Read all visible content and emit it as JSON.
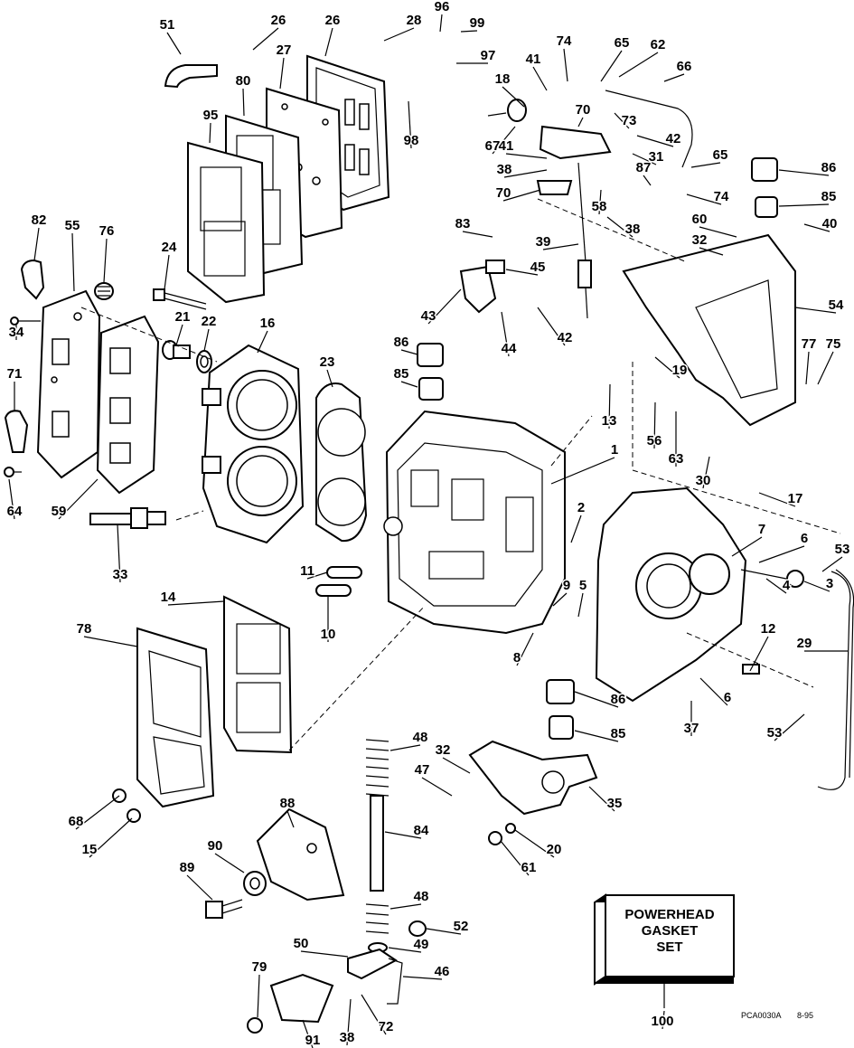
{
  "callouts": [
    {
      "id": "51",
      "text": "51"
    },
    {
      "id": "26a",
      "text": "26"
    },
    {
      "id": "26b",
      "text": "26"
    },
    {
      "id": "28",
      "text": "28"
    },
    {
      "id": "96",
      "text": "96"
    },
    {
      "id": "99",
      "text": "99"
    },
    {
      "id": "27",
      "text": "27"
    },
    {
      "id": "97",
      "text": "97"
    },
    {
      "id": "74a",
      "text": "74"
    },
    {
      "id": "65a",
      "text": "65"
    },
    {
      "id": "62",
      "text": "62"
    },
    {
      "id": "80",
      "text": "80"
    },
    {
      "id": "41a",
      "text": "41"
    },
    {
      "id": "66",
      "text": "66"
    },
    {
      "id": "18",
      "text": "18"
    },
    {
      "id": "95",
      "text": "95"
    },
    {
      "id": "70a",
      "text": "70"
    },
    {
      "id": "73",
      "text": "73"
    },
    {
      "id": "98",
      "text": "98"
    },
    {
      "id": "67",
      "text": "67"
    },
    {
      "id": "42a",
      "text": "42"
    },
    {
      "id": "41b",
      "text": "41"
    },
    {
      "id": "31",
      "text": "31"
    },
    {
      "id": "65b",
      "text": "65"
    },
    {
      "id": "86a",
      "text": "86"
    },
    {
      "id": "38a",
      "text": "38"
    },
    {
      "id": "87",
      "text": "87"
    },
    {
      "id": "70b",
      "text": "70"
    },
    {
      "id": "58",
      "text": "58"
    },
    {
      "id": "74b",
      "text": "74"
    },
    {
      "id": "85a",
      "text": "85"
    },
    {
      "id": "82",
      "text": "82"
    },
    {
      "id": "55",
      "text": "55"
    },
    {
      "id": "76",
      "text": "76"
    },
    {
      "id": "83",
      "text": "83"
    },
    {
      "id": "60",
      "text": "60"
    },
    {
      "id": "38b",
      "text": "38"
    },
    {
      "id": "40",
      "text": "40"
    },
    {
      "id": "39",
      "text": "39"
    },
    {
      "id": "32a",
      "text": "32"
    },
    {
      "id": "24",
      "text": "24"
    },
    {
      "id": "45",
      "text": "45"
    },
    {
      "id": "54",
      "text": "54"
    },
    {
      "id": "21",
      "text": "21"
    },
    {
      "id": "22",
      "text": "22"
    },
    {
      "id": "16",
      "text": "16"
    },
    {
      "id": "43",
      "text": "43"
    },
    {
      "id": "34",
      "text": "34"
    },
    {
      "id": "44",
      "text": "44"
    },
    {
      "id": "42b",
      "text": "42"
    },
    {
      "id": "86b",
      "text": "86"
    },
    {
      "id": "77",
      "text": "77"
    },
    {
      "id": "75",
      "text": "75"
    },
    {
      "id": "71",
      "text": "71"
    },
    {
      "id": "23",
      "text": "23"
    },
    {
      "id": "19",
      "text": "19"
    },
    {
      "id": "85b",
      "text": "85"
    },
    {
      "id": "13",
      "text": "13"
    },
    {
      "id": "56",
      "text": "56"
    },
    {
      "id": "63",
      "text": "63"
    },
    {
      "id": "1",
      "text": "1"
    },
    {
      "id": "30",
      "text": "30"
    },
    {
      "id": "64",
      "text": "64"
    },
    {
      "id": "59",
      "text": "59"
    },
    {
      "id": "17",
      "text": "17"
    },
    {
      "id": "2",
      "text": "2"
    },
    {
      "id": "7",
      "text": "7"
    },
    {
      "id": "6a",
      "text": "6"
    },
    {
      "id": "53a",
      "text": "53"
    },
    {
      "id": "33",
      "text": "33"
    },
    {
      "id": "11",
      "text": "11"
    },
    {
      "id": "9",
      "text": "9"
    },
    {
      "id": "5",
      "text": "5"
    },
    {
      "id": "4",
      "text": "4"
    },
    {
      "id": "3",
      "text": "3"
    },
    {
      "id": "14",
      "text": "14"
    },
    {
      "id": "10",
      "text": "10"
    },
    {
      "id": "12",
      "text": "12"
    },
    {
      "id": "29",
      "text": "29"
    },
    {
      "id": "78",
      "text": "78"
    },
    {
      "id": "8",
      "text": "8"
    },
    {
      "id": "6b",
      "text": "6"
    },
    {
      "id": "86c",
      "text": "86"
    },
    {
      "id": "37",
      "text": "37"
    },
    {
      "id": "53b",
      "text": "53"
    },
    {
      "id": "48a",
      "text": "48"
    },
    {
      "id": "85c",
      "text": "85"
    },
    {
      "id": "32b",
      "text": "32"
    },
    {
      "id": "47",
      "text": "47"
    },
    {
      "id": "35",
      "text": "35"
    },
    {
      "id": "68",
      "text": "68"
    },
    {
      "id": "88",
      "text": "88"
    },
    {
      "id": "84",
      "text": "84"
    },
    {
      "id": "15",
      "text": "15"
    },
    {
      "id": "90",
      "text": "90"
    },
    {
      "id": "20",
      "text": "20"
    },
    {
      "id": "89",
      "text": "89"
    },
    {
      "id": "61",
      "text": "61"
    },
    {
      "id": "48b",
      "text": "48"
    },
    {
      "id": "52",
      "text": "52"
    },
    {
      "id": "50",
      "text": "50"
    },
    {
      "id": "49",
      "text": "49"
    },
    {
      "id": "46",
      "text": "46"
    },
    {
      "id": "79",
      "text": "79"
    },
    {
      "id": "72",
      "text": "72"
    },
    {
      "id": "100",
      "text": "100"
    },
    {
      "id": "38c",
      "text": "38"
    },
    {
      "id": "91",
      "text": "91"
    }
  ],
  "gasket_box": {
    "line1": "POWERHEAD",
    "line2": "GASKET",
    "line3": "SET"
  },
  "figure_code": "PCA0030A",
  "figure_date": "8-95"
}
